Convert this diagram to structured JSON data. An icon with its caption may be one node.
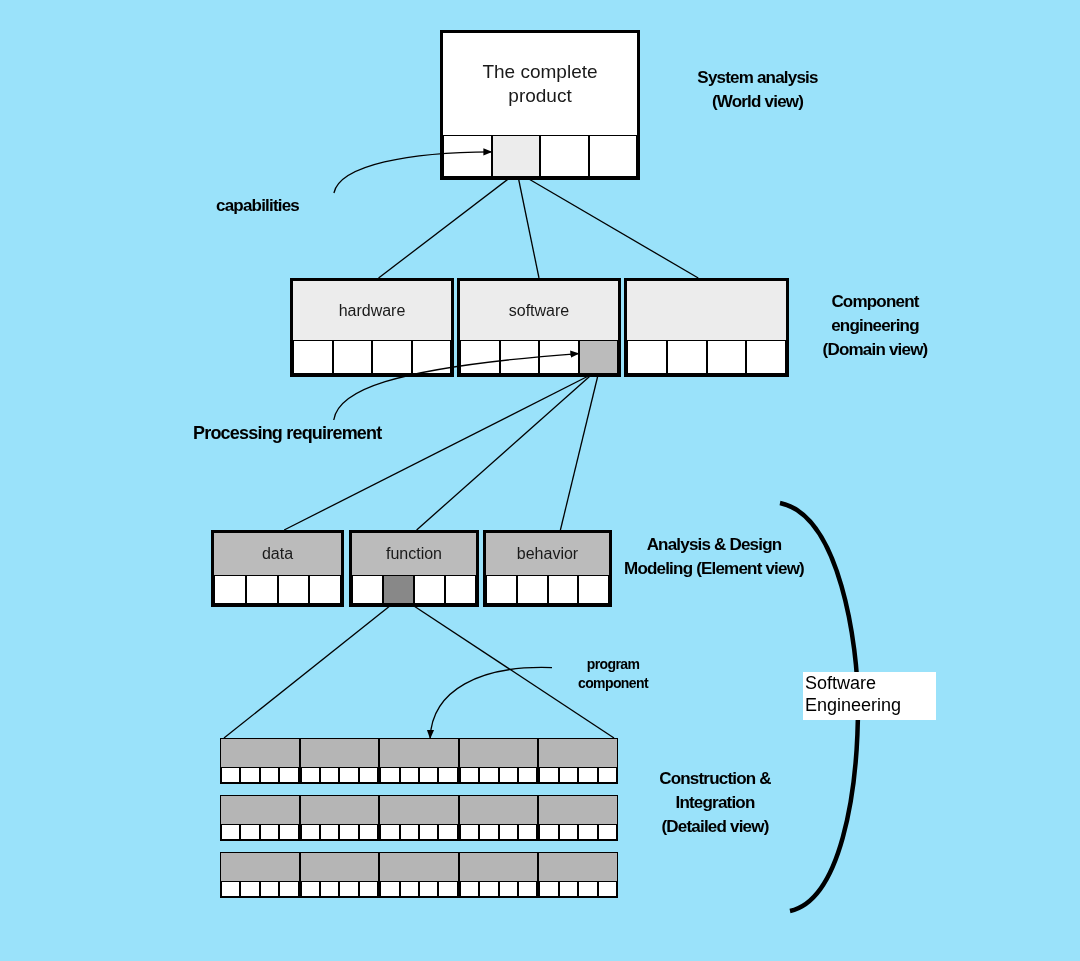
{
  "diagram": {
    "nodes": [
      {
        "text": [
          "The complete product"
        ]
      },
      {
        "text": [],
        "shape": "box",
        "in": 0
      },
      {
        "text": [
          "hardware"
        ]
      },
      {
        "text": [
          "software"
        ]
      },
      {
        "text": [],
        "shape": "box"
      },
      {
        "text": [],
        "shape": "box",
        "in": 3
      },
      {
        "text": [
          "data"
        ]
      },
      {
        "text": [
          "function"
        ]
      },
      {
        "text": [
          "behavior"
        ]
      },
      {
        "text": [],
        "shape": "box",
        "in": 7
      },
      {
        "text": [],
        "shape": "box"
      },
      {
        "text": [],
        "shape": "box",
        "in": 10
      },
      {
        "text": [],
        "shape": "box",
        "in": 10
      },
      {
        "text": [],
        "shape": "box",
        "in": 10
      },
      {
        "text": [],
        "shape": "box",
        "in": 10
      },
      {
        "text": [],
        "shape": "box",
        "in": 10
      },
      {
        "text": [],
        "shape": "box",
        "in": 10
      },
      {
        "text": [],
        "shape": "box",
        "in": 10
      },
      {
        "text": [],
        "shape": "box",
        "in": 10
      },
      {
        "text": [],
        "shape": "box",
        "in": 10
      },
      {
        "text": [],
        "shape": "box",
        "in": 10
      },
      {
        "text": [],
        "shape": "box",
        "in": 10
      },
      {
        "text": [],
        "shape": "box",
        "in": 10
      },
      {
        "text": [],
        "shape": "box",
        "in": 10
      },
      {
        "text": [],
        "shape": "box",
        "in": 10
      },
      {
        "text": [],
        "shape": "box",
        "in": 10
      },
      {
        "text": [
          "capabilities"
        ]
      },
      {
        "text": [
          "Processing requirement"
        ]
      },
      {
        "text": [
          "program component"
        ]
      },
      {
        "text": [
          "Software Engineering"
        ]
      }
    ],
    "edges": [
      {
        "from": 26,
        "to": 1,
        "arrow": "to"
      },
      {
        "from": 1,
        "to": 2,
        "arrow": "none"
      },
      {
        "from": 1,
        "to": 3,
        "arrow": "none"
      },
      {
        "from": 1,
        "to": 4,
        "arrow": "none"
      },
      {
        "from": 27,
        "to": 5,
        "arrow": "to"
      },
      {
        "from": 5,
        "to": 6,
        "arrow": "none"
      },
      {
        "from": 5,
        "to": 7,
        "arrow": "none"
      },
      {
        "from": 5,
        "to": 8,
        "arrow": "none"
      },
      {
        "from": 9,
        "to": 10,
        "arrow": "none"
      },
      {
        "from": 9,
        "to": 10,
        "arrow": "none"
      },
      {
        "from": 28,
        "to": 13,
        "arrow": "to"
      }
    ],
    "labels": [
      "System analysis (World view)",
      "Component engineering (Domain view)",
      "Analysis & Design Modeling (Element view)",
      "Construction & Integration (Detailed view)"
    ]
  }
}
